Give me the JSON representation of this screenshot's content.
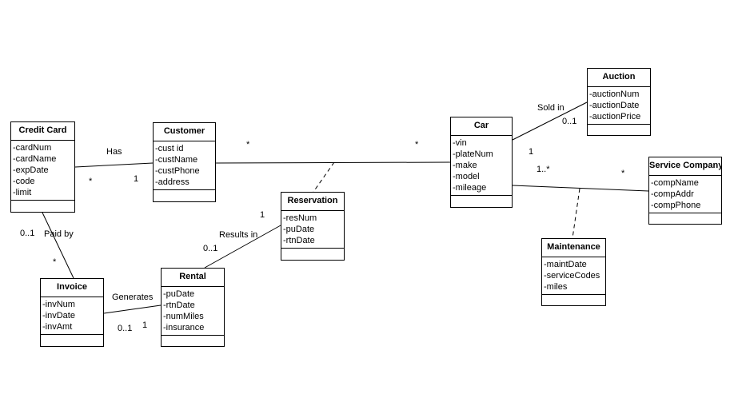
{
  "classes": {
    "credit_card": {
      "name": "Credit Card",
      "attributes": [
        "-cardNum",
        "-cardName",
        "-expDate",
        "-code",
        "-limit"
      ]
    },
    "customer": {
      "name": "Customer",
      "attributes": [
        "-cust id",
        "-custName",
        "-custPhone",
        "-address"
      ]
    },
    "car": {
      "name": "Car",
      "attributes": [
        "-vin",
        "-plateNum",
        "-make",
        "-model",
        "-mileage"
      ]
    },
    "auction": {
      "name": "Auction",
      "attributes": [
        "-auctionNum",
        "-auctionDate",
        "-auctionPrice"
      ]
    },
    "service_company": {
      "name": "Service Company",
      "attributes": [
        "-compName",
        "-compAddr",
        "-compPhone"
      ]
    },
    "reservation": {
      "name": "Reservation",
      "attributes": [
        "-resNum",
        "-puDate",
        "-rtnDate"
      ]
    },
    "maintenance": {
      "name": "Maintenance",
      "attributes": [
        "-maintDate",
        "-serviceCodes",
        "-miles"
      ]
    },
    "invoice": {
      "name": "Invoice",
      "attributes": [
        "-invNum",
        "-invDate",
        "-invAmt"
      ]
    },
    "rental": {
      "name": "Rental",
      "attributes": [
        "-puDate",
        "-rtnDate",
        "-numMiles",
        "-insurance"
      ]
    }
  },
  "labels": {
    "has": "Has",
    "has_cc_mult": "*",
    "has_cust_mult": "1",
    "cust_car_mult_left": "*",
    "cust_car_mult_right": "*",
    "sold_in": "Sold in",
    "sold_in_auction_mult": "0..1",
    "sold_in_car_mult": "1",
    "car_service_mult": "1..*",
    "service_car_mult": "*",
    "paid_by": "Paid by",
    "paid_by_cc_mult": "0..1",
    "paid_by_inv_mult": "*",
    "results_in": "Results in",
    "results_in_res_mult": "1",
    "results_in_rental_mult": "0..1",
    "generates": "Generates",
    "generates_inv_mult": "0..1",
    "generates_rental_mult": "1"
  }
}
